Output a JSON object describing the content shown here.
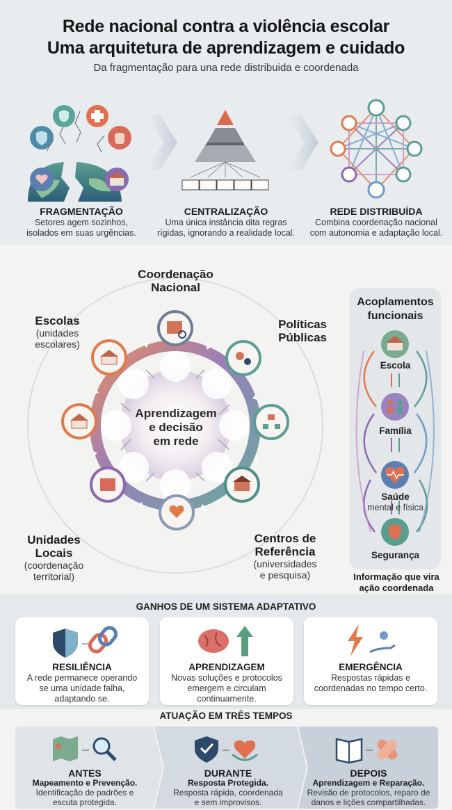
{
  "header": {
    "title_line1": "Rede nacional contra a violência escolar",
    "title_line2": "Uma arquitetura de aprendizagem e cuidado",
    "subtitle": "Da fragmentação para una rede distribuida e coordenada"
  },
  "stages": [
    {
      "title": "FRAGMENTAÇÃO",
      "desc1": "Setores agem sozinhos,",
      "desc2": "isolados em suas urgências."
    },
    {
      "title": "CENTRALIZAÇÃO",
      "desc1": "Uma única instância dita regras",
      "desc2": "rígidas, ignorando a realidade local."
    },
    {
      "title": "REDE DISTRIBUÍDA",
      "desc1": "Combina coordenação nacional",
      "desc2": "com autonomia e adaptação local."
    }
  ],
  "network": {
    "hub_line1": "Aprendizagem",
    "hub_line2": "e decisão",
    "hub_line3": "em rede",
    "coordenacao_l1": "Coordenação",
    "coordenacao_l2": "Nacional",
    "politicas_l1": "Políticas",
    "politicas_l2": "Públicas",
    "escolas_l1": "Escolas",
    "escolas_sub1": "(unidades",
    "escolas_sub2": "escolares)",
    "unidades_l1": "Unidades",
    "unidades_l2": "Locais",
    "unidades_sub1": "(coordenação",
    "unidades_sub2": "territorial)",
    "centros_l1": "Centros de",
    "centros_l2": "Referência",
    "centros_sub1": "(universidades",
    "centros_sub2": "e pesquisa)"
  },
  "acoplamentos": {
    "title_l1": "Acoplamentos",
    "title_l2": "funcionais",
    "escola": "Escola",
    "familia": "Família",
    "saude": "Saúde",
    "saude_sub": "mental e física",
    "seguranca": "Segurança",
    "caption_l1": "Informação que vira",
    "caption_l2": "ação coordenada"
  },
  "ganhos": {
    "title": "GANHOS DE UM SISTEMA ADAPTATIVO",
    "cards": [
      {
        "title": "RESILIÊNCIA",
        "d1": "A rede permanece operando",
        "d2": "se uma unidade falha,",
        "d3": "adaptando se."
      },
      {
        "title": "APRENDIZAGEM",
        "d1": "Novas soluções e protocolos",
        "d2": "emergem e circulam",
        "d3": "continuamente."
      },
      {
        "title": "EMERGÊNCIA",
        "d1": "Respostas rápidas e",
        "d2": "coordenadas no tempo certo.",
        "d3": ""
      }
    ]
  },
  "tempos": {
    "title": "ATUAÇÃO EM TRÊS TEMPOS",
    "items": [
      {
        "title": "ANTES",
        "sub": "Mapeamento e Prevenção.",
        "d1": "Identificação de padrões e",
        "d2": "escuta protegida."
      },
      {
        "title": "DURANTE",
        "sub": "Resposta Protegida.",
        "d1": "Resposta rápida, coordenada",
        "d2": "e sem improvisos."
      },
      {
        "title": "DEPOIS",
        "sub": "Aprendizagem e Reparação.",
        "d1": "Revisão de protocolos, reparo de",
        "d2": "danos e lições compartilhadas."
      }
    ]
  },
  "colors": {
    "orange": "#e07a4a",
    "purple": "#8a6ab0",
    "teal": "#5a9e96",
    "navy": "#2e4a6b",
    "red": "#d9534f"
  },
  "icons": [
    "shield-icon",
    "medical-cross-icon",
    "hand-stop-icon",
    "heart-hands-icon",
    "school-icon",
    "globe-icon",
    "pyramid-icon",
    "network-icon",
    "map-icon",
    "magnifier-icon",
    "gears-icon",
    "hierarchy-icon",
    "building-icon",
    "family-icon",
    "heartbeat-icon",
    "chain-icon",
    "brain-icon",
    "arrow-up-icon",
    "lightning-icon",
    "book-icon",
    "bandage-icon"
  ]
}
